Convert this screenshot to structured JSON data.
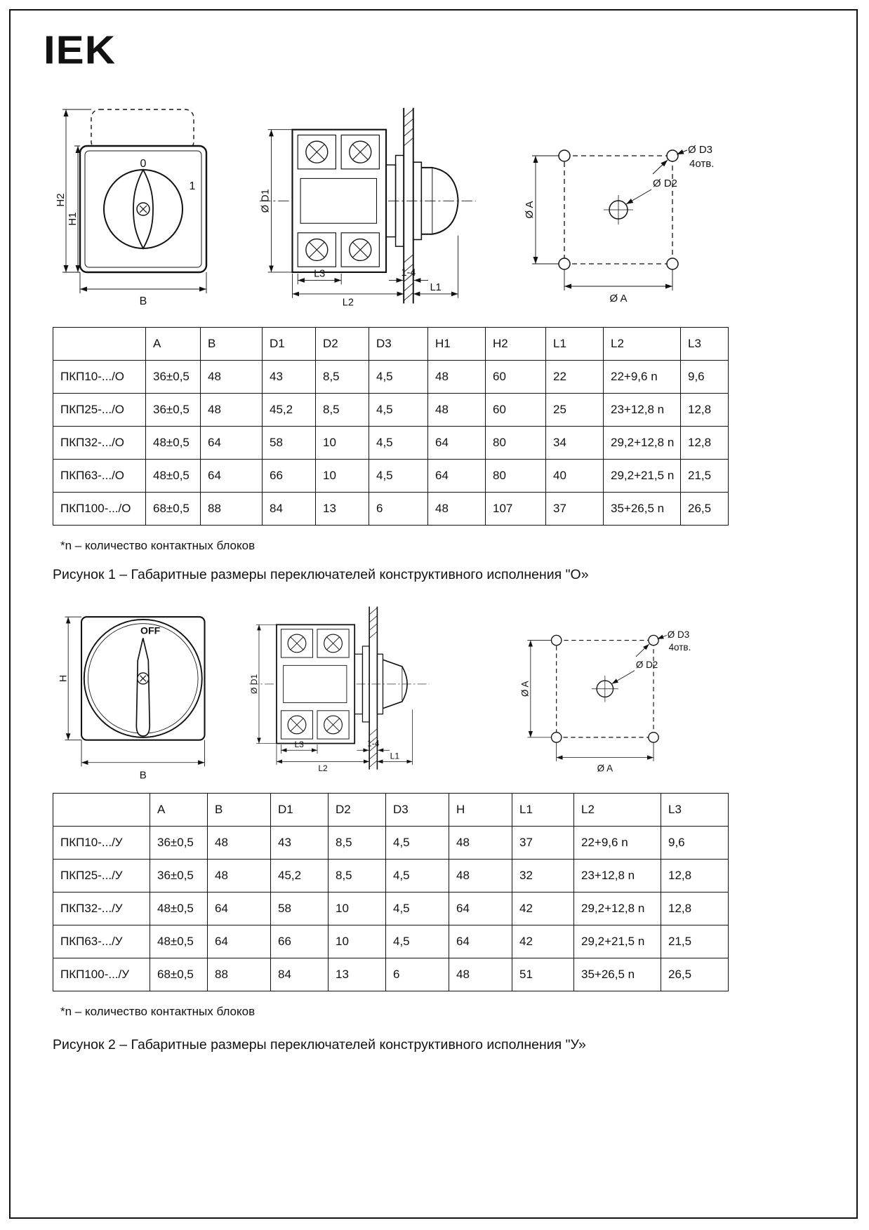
{
  "page": {
    "logo": "IEK",
    "footnote1": "*n – количество контактных блоков",
    "footnote2": "*n – количество контактных блоков",
    "caption1": "Рисунок 1 – Габаритные размеры переключателей конструктивного исполнения \"О»",
    "caption2": "Рисунок 2 – Габаритные размеры переключателей конструктивного исполнения \"У»"
  },
  "fig1": {
    "front": {
      "pos0": "0",
      "pos1": "1",
      "h2": "H2",
      "h1": "H1",
      "b": "B"
    },
    "side": {
      "d1": "Ø D1",
      "l3": "L3",
      "l2": "L2",
      "panel": "1-4",
      "l1": "L1"
    },
    "holes": {
      "a_v": "Ø A",
      "a_h": "Ø A",
      "d2": "Ø D2",
      "d3": "Ø D3",
      "count": "4отв."
    }
  },
  "fig2": {
    "front": {
      "off": "OFF",
      "h": "H",
      "b": "B"
    },
    "side": {
      "d1": "Ø D1",
      "l3": "L3",
      "l2": "L2",
      "panel": "1-4",
      "l1": "L1"
    },
    "holes": {
      "a_v": "Ø A",
      "a_h": "Ø A",
      "d2": "Ø D2",
      "d3": "Ø D3",
      "count": "4отв."
    }
  },
  "table1": {
    "headers": [
      "",
      "A",
      "B",
      "D1",
      "D2",
      "D3",
      "H1",
      "H2",
      "L1",
      "L2",
      "L3"
    ],
    "rows": [
      [
        "ПКП10-.../О",
        "36±0,5",
        "48",
        "43",
        "8,5",
        "4,5",
        "48",
        "60",
        "22",
        "22+9,6 n",
        "9,6"
      ],
      [
        "ПКП25-.../О",
        "36±0,5",
        "48",
        "45,2",
        "8,5",
        "4,5",
        "48",
        "60",
        "25",
        "23+12,8 n",
        "12,8"
      ],
      [
        "ПКП32-.../О",
        "48±0,5",
        "64",
        "58",
        "10",
        "4,5",
        "64",
        "80",
        "34",
        "29,2+12,8 n",
        "12,8"
      ],
      [
        "ПКП63-.../О",
        "48±0,5",
        "64",
        "66",
        "10",
        "4,5",
        "64",
        "80",
        "40",
        "29,2+21,5 n",
        "21,5"
      ],
      [
        "ПКП100-.../О",
        "68±0,5",
        "88",
        "84",
        "13",
        "6",
        "48",
        "107",
        "37",
        "35+26,5 n",
        "26,5"
      ]
    ]
  },
  "table2": {
    "headers": [
      "",
      "A",
      "B",
      "D1",
      "D2",
      "D3",
      "H",
      "L1",
      "L2",
      "L3"
    ],
    "rows": [
      [
        "ПКП10-.../У",
        "36±0,5",
        "48",
        "43",
        "8,5",
        "4,5",
        "48",
        "37",
        "22+9,6 n",
        "9,6"
      ],
      [
        "ПКП25-.../У",
        "36±0,5",
        "48",
        "45,2",
        "8,5",
        "4,5",
        "48",
        "32",
        "23+12,8 n",
        "12,8"
      ],
      [
        "ПКП32-.../У",
        "48±0,5",
        "64",
        "58",
        "10",
        "4,5",
        "64",
        "42",
        "29,2+12,8 n",
        "12,8"
      ],
      [
        "ПКП63-.../У",
        "48±0,5",
        "64",
        "66",
        "10",
        "4,5",
        "64",
        "42",
        "29,2+21,5 n",
        "21,5"
      ],
      [
        "ПКП100-.../У",
        "68±0,5",
        "88",
        "84",
        "13",
        "6",
        "48",
        "51",
        "35+26,5 n",
        "26,5"
      ]
    ]
  }
}
